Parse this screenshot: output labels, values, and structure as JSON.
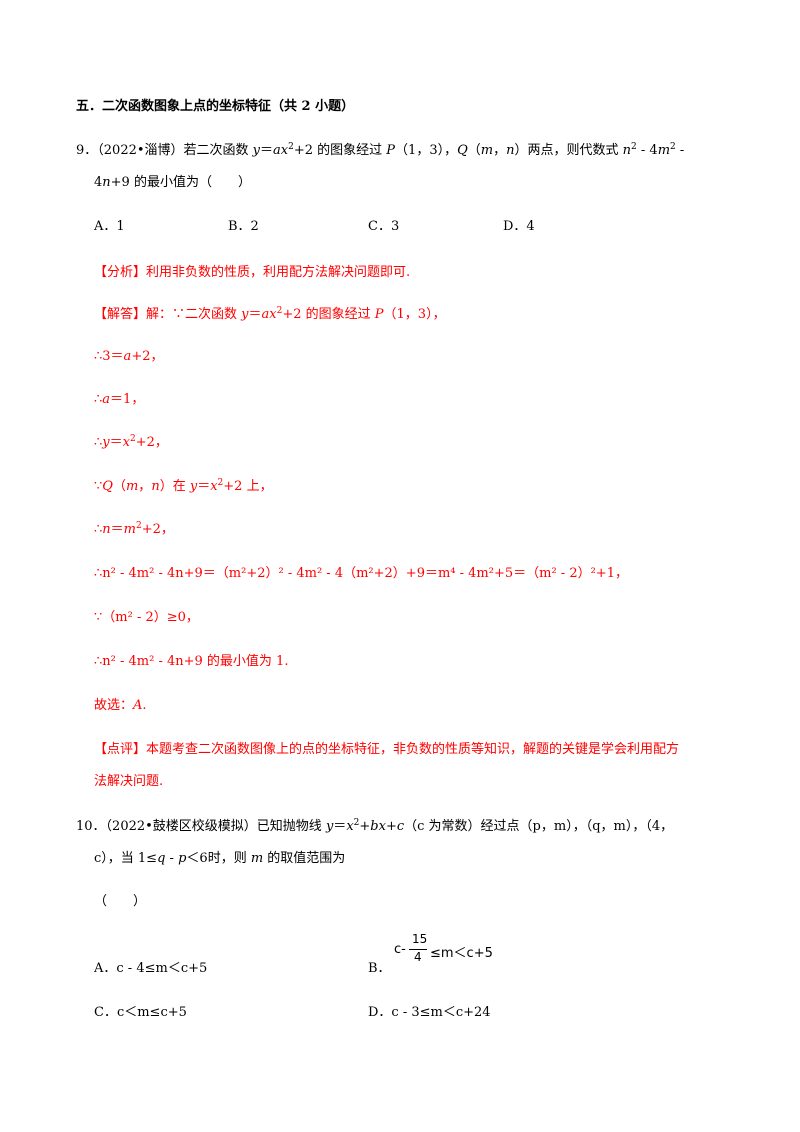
{
  "section_title": "五．二次函数图象上点的坐标特征（共 2 小题）",
  "q9": {
    "line1_a": "9．（2022•淄博）若二次函数 ",
    "line1_b": "y",
    "line1_c": "＝",
    "line1_d": "ax",
    "line1_e": "+2 的图象经过 ",
    "line1_f": "P",
    "line1_g": "（1，3），",
    "line1_h": "Q",
    "line1_i": "（",
    "line1_j": "m",
    "line1_k": "，",
    "line1_l": "n",
    "line1_m": "）两点，则代数式 ",
    "line1_n": "n",
    "line1_o": " - 4",
    "line1_p": "m",
    "line1_q": " -",
    "line2_a": "4",
    "line2_b": "n",
    "line2_c": "+9 的最小值为（　　）",
    "options": [
      "A．1",
      "B．2",
      "C．3",
      "D．4"
    ],
    "analysis": "【分析】利用非负数的性质，利用配方法解决问题即可.",
    "solution_head": "【解答】解：∵二次函数 ",
    "solution_tail": "+2 的图象经过 ",
    "solution_point": "（1，3），",
    "step1": "∴3＝",
    "step1b": "+2，",
    "step2": "∴",
    "step2b": "＝1，",
    "step3": "∴",
    "step3b": "+2，",
    "step4a": "∵",
    "step4b": "（",
    "step4c": "，",
    "step4d": "）在 ",
    "step4e": "+2 上，",
    "step5": "∴",
    "step5b": "+2，",
    "step6": "∴n² - 4m² - 4n+9＝（m²+2）² - 4m² - 4（m²+2）+9＝m⁴ - 4m²+5＝（m² - 2）²+1，",
    "step7": "∵（m² - 2）≥0，",
    "step8": "∴n² - 4m² - 4n+9 的最小值为 1.",
    "choice": "故选：",
    "choice_letter": "A",
    "choice_end": ".",
    "comment1": "【点评】本题考查二次函数图像上的点的坐标特征，非负数的性质等知识，解题的关键是学会利用配方",
    "comment2": "法解决问题."
  },
  "q10": {
    "line1": "10．（2022•鼓楼区校级模拟）已知抛物线 ",
    "line1_end": "（c 为常数）经过点（p，m），（q，m），（4，",
    "line2_a": "c），当 1≤",
    "line2_b": "时，则 ",
    "line2_c": "m",
    "line2_d": " 的取值范围为",
    "paren": "（　　）",
    "optA": "A．c - 4≤m＜c+5",
    "optB_label": "B．",
    "optB_c": "c-",
    "optB_num": "15",
    "optB_den": "4",
    "optB_rest": "≤m＜c+5",
    "optC": "C．c＜m≤c+5",
    "optD": "D．c - 3≤m＜c+24"
  }
}
